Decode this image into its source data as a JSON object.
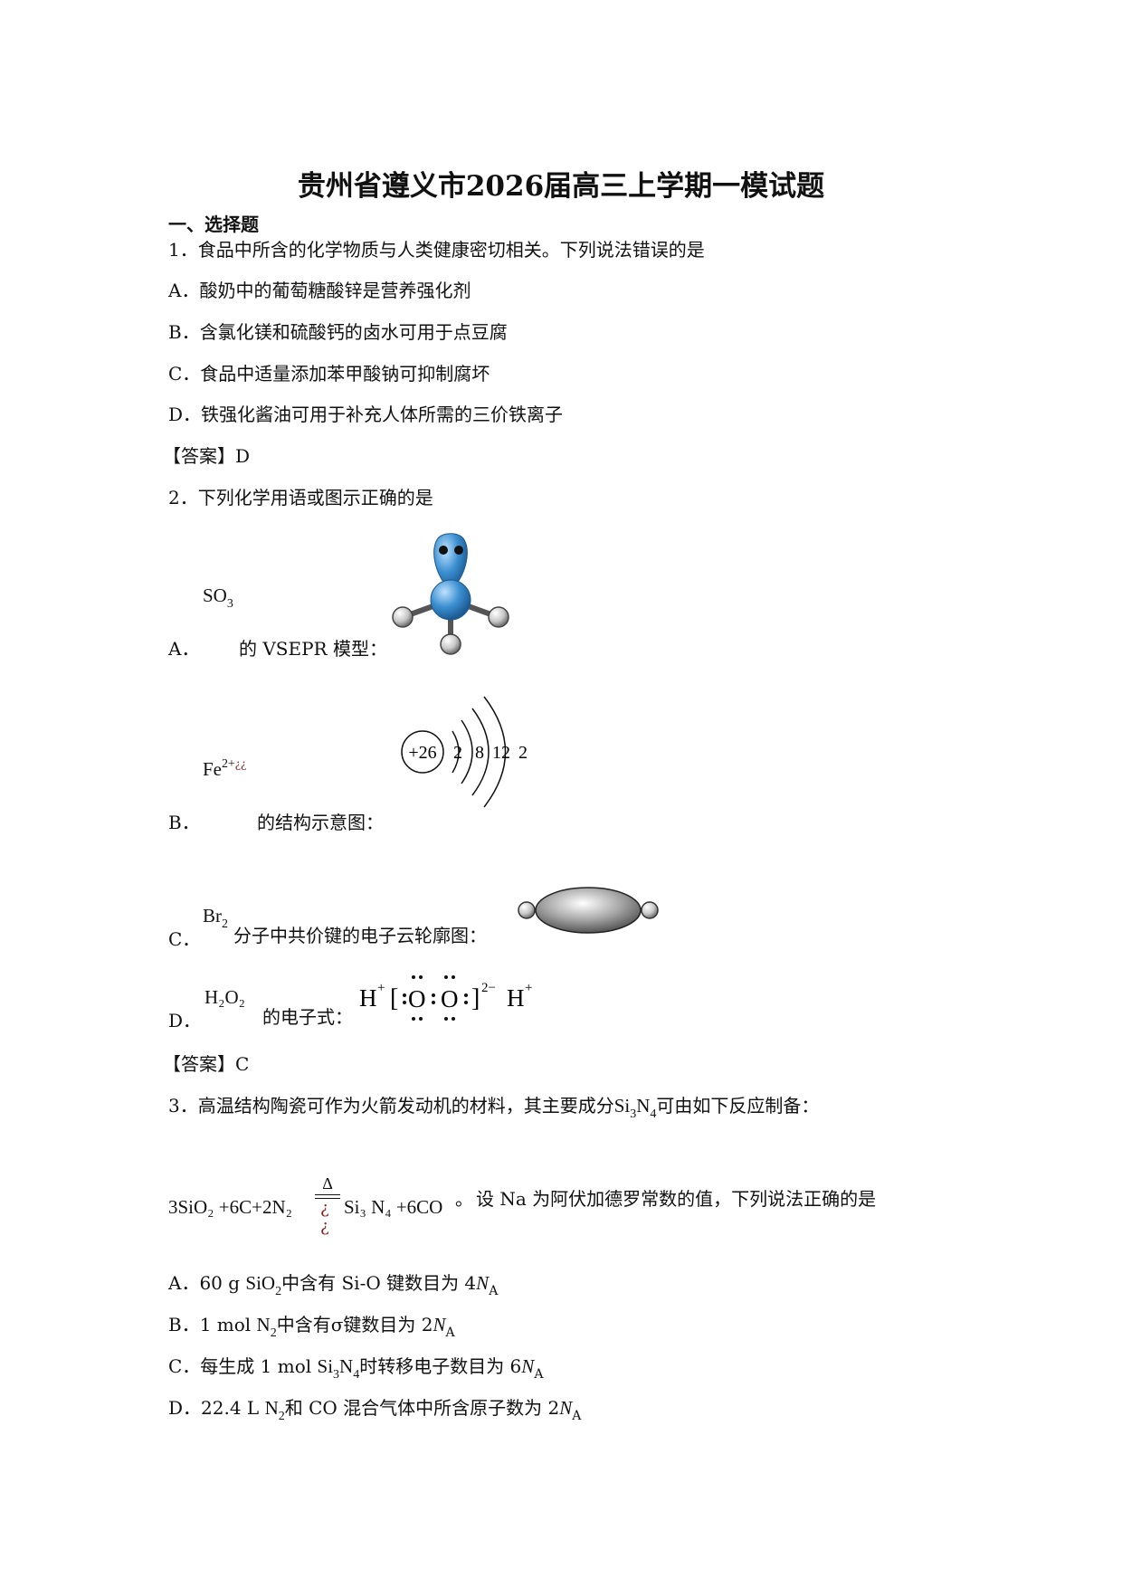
{
  "title": "贵州省遵义市2026届高三上学期一模试题",
  "section_heading": "一、选择题",
  "q1": {
    "stem": "1．食品中所含的化学物质与人类健康密切相关。下列说法错误的是",
    "A": "A．酸奶中的葡萄糖酸锌是营养强化剂",
    "B": "B．含氯化镁和硫酸钙的卤水可用于点豆腐",
    "C": "C．食品中适量添加苯甲酸钠可抑制腐坏",
    "D": "D．铁强化酱油可用于补充人体所需的三价铁离子",
    "answer": "【答案】D"
  },
  "q2": {
    "stem": "2．下列化学用语或图示正确的是",
    "A_label": "A．",
    "A_formula_main": "SO",
    "A_formula_sub": "3",
    "A_text": "的 VSEPR 模型：",
    "B_label": "B．",
    "B_formula_main": "Fe",
    "B_formula_sup": "2+",
    "B_garble": "¿¿",
    "B_text": "的结构示意图：",
    "B_nucleus": "+26",
    "B_shells": [
      "2",
      "8",
      "12",
      "2"
    ],
    "C_label": "C．",
    "C_formula_main": "Br",
    "C_formula_sub": "2",
    "C_text": "分子中共价键的电子云轮廓图：",
    "D_label": "D．",
    "D_formula": "H₂O₂",
    "D_text": "的电子式：",
    "D_dot": {
      "h_left": "H",
      "h_left_sup": "+",
      "bracket_open": "[",
      "o1": "O",
      "o2": "O",
      "bracket_close": "]",
      "charge": "2−",
      "h_right": "H",
      "h_right_sup": "+"
    },
    "answer": "【答案】C"
  },
  "q3": {
    "stem_start": "3．高温结构陶瓷可作为火箭发动机的材料，其主要成分",
    "stem_end": "可由如下反应制备：",
    "eq_left": "3SiO₂ +6C+2N₂",
    "eq_delta": "Δ",
    "eq_garble1": "¿",
    "eq_garble2": "¿",
    "eq_right": "Si₃ N₄ +6CO",
    "eq_period": "。",
    "eq_tail": "设 Na 为阿伏加德罗常数的值，下列说法正确的是",
    "A_pre": "A．60 g ",
    "A_post": "中含有 Si-O 键数目为 4",
    "B_pre": "B．1 mol ",
    "B_post": "中含有σ键数目为 2",
    "C_pre": "C．每生成 1 mol ",
    "C_post": "时转移电子数目为 6",
    "D_pre": "D．22.4 L ",
    "D_post": "和 CO 混合气体中所含原子数为 2",
    "NA_main": "N",
    "NA_sub": "A",
    "sio2_main": "SiO",
    "sio2_sub": "2",
    "n2_main": "N",
    "n2_sub": "2",
    "si3n4": [
      "Si",
      "3",
      "N",
      "4"
    ]
  },
  "colors": {
    "molecule_blue": "#3b8fd0",
    "molecule_grey": "#c8c8c8",
    "garble_red": "#8b1a1a"
  }
}
